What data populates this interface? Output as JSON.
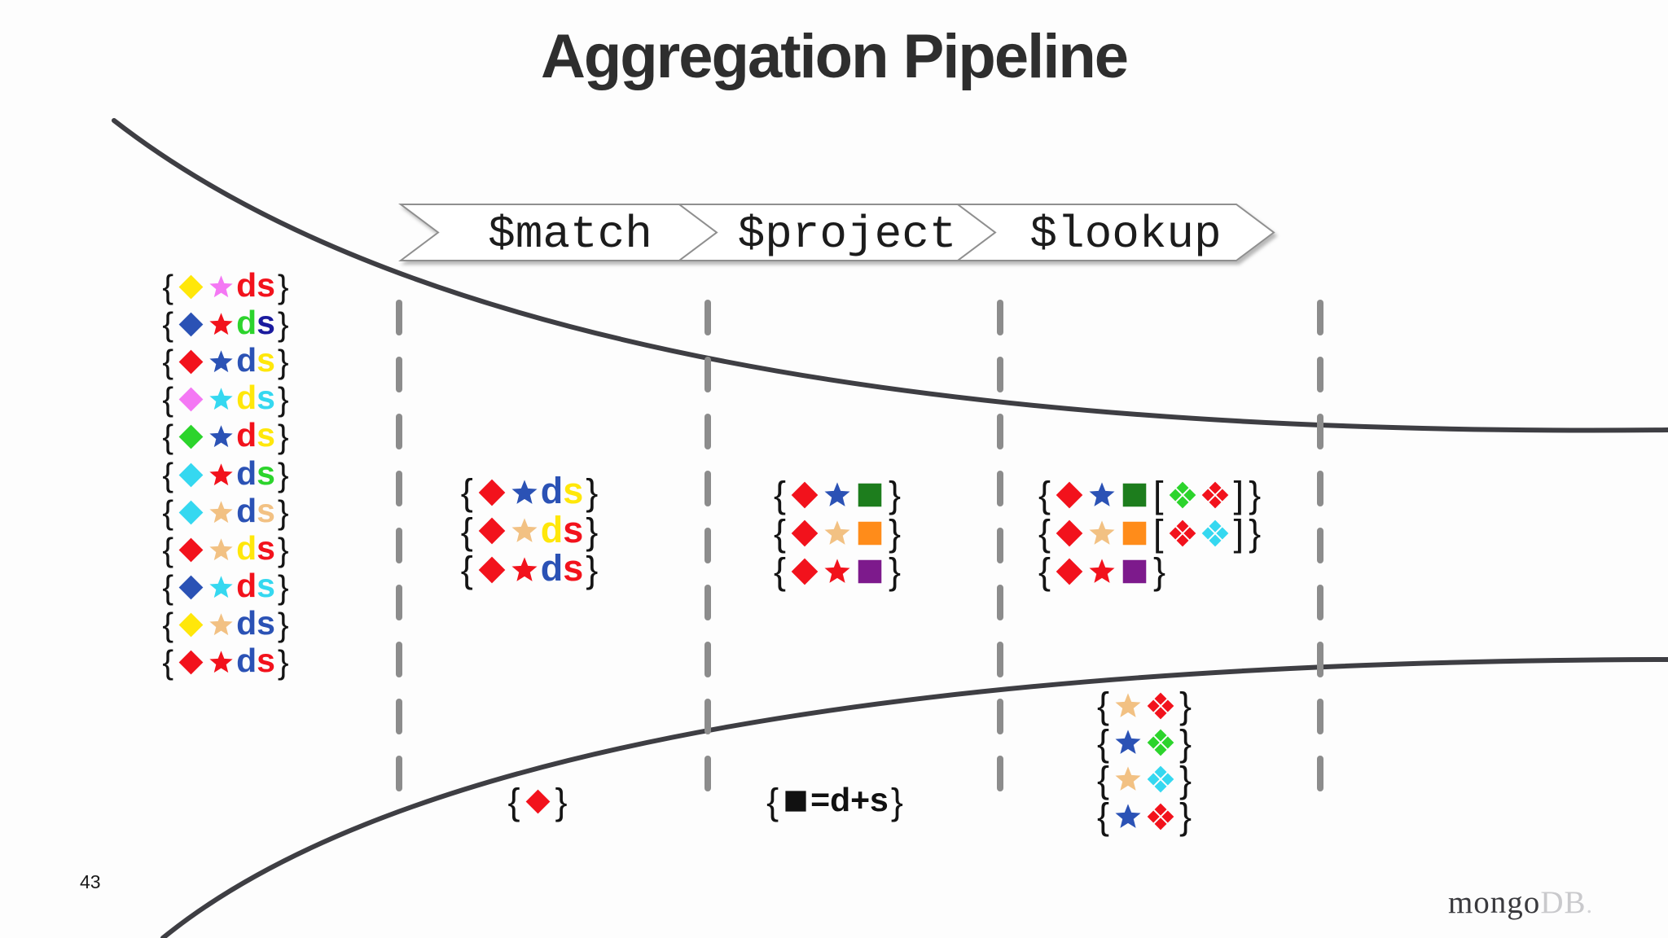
{
  "title": "Aggregation Pipeline",
  "page_number": "43",
  "logo": {
    "mongo": "mongo",
    "db": "DB",
    "dot": "."
  },
  "stages": [
    {
      "label": "$match"
    },
    {
      "label": "$project"
    },
    {
      "label": "$lookup"
    }
  ],
  "colors": {
    "red": "#f2121c",
    "yellow": "#ffe70a",
    "royal": "#2b52b5",
    "navy": "#1a1a9e",
    "green": "#2cd42c",
    "darkgreen": "#1d7d1d",
    "cyan": "#35d8f0",
    "magenta": "#f478f4",
    "tan": "#f2c183",
    "orange": "#ff8c1a",
    "purple": "#7d1a8c",
    "black": "#111111",
    "curve": "#3e3e43",
    "dash": "#8c8c8c",
    "chevron_fill": "#ffffff",
    "chevron_border": "#8f8f8f"
  },
  "input_docs": [
    [
      {
        "t": "{"
      },
      {
        "s": "diamond",
        "c": "yellow"
      },
      {
        "s": "star",
        "c": "magenta"
      },
      {
        "t": "d",
        "c": "red",
        "b": true
      },
      {
        "t": "s",
        "c": "red",
        "b": true
      },
      {
        "t": "}"
      }
    ],
    [
      {
        "t": "{"
      },
      {
        "s": "diamond",
        "c": "royal"
      },
      {
        "s": "star",
        "c": "red"
      },
      {
        "t": "d",
        "c": "green",
        "b": true
      },
      {
        "t": "s",
        "c": "navy",
        "b": true
      },
      {
        "t": "}"
      }
    ],
    [
      {
        "t": "{"
      },
      {
        "s": "diamond",
        "c": "red"
      },
      {
        "s": "star",
        "c": "royal"
      },
      {
        "t": "d",
        "c": "royal",
        "b": true
      },
      {
        "t": "s",
        "c": "yellow",
        "b": true
      },
      {
        "t": "}"
      }
    ],
    [
      {
        "t": "{"
      },
      {
        "s": "diamond",
        "c": "magenta"
      },
      {
        "s": "star",
        "c": "cyan"
      },
      {
        "t": "d",
        "c": "yellow",
        "b": true
      },
      {
        "t": "s",
        "c": "cyan",
        "b": true
      },
      {
        "t": "}"
      }
    ],
    [
      {
        "t": "{"
      },
      {
        "s": "diamond",
        "c": "green"
      },
      {
        "s": "star",
        "c": "royal"
      },
      {
        "t": "d",
        "c": "red",
        "b": true
      },
      {
        "t": "s",
        "c": "yellow",
        "b": true
      },
      {
        "t": "}"
      }
    ],
    [
      {
        "t": "{"
      },
      {
        "s": "diamond",
        "c": "cyan"
      },
      {
        "s": "star",
        "c": "red"
      },
      {
        "t": "d",
        "c": "royal",
        "b": true
      },
      {
        "t": "s",
        "c": "green",
        "b": true
      },
      {
        "t": "}"
      }
    ],
    [
      {
        "t": "{"
      },
      {
        "s": "diamond",
        "c": "cyan"
      },
      {
        "s": "star",
        "c": "tan"
      },
      {
        "t": "d",
        "c": "royal",
        "b": true
      },
      {
        "t": "s",
        "c": "tan",
        "b": true
      },
      {
        "t": "}"
      }
    ],
    [
      {
        "t": "{"
      },
      {
        "s": "diamond",
        "c": "red"
      },
      {
        "s": "star",
        "c": "tan"
      },
      {
        "t": "d",
        "c": "yellow",
        "b": true
      },
      {
        "t": "s",
        "c": "red",
        "b": true
      },
      {
        "t": "}"
      }
    ],
    [
      {
        "t": "{"
      },
      {
        "s": "diamond",
        "c": "royal"
      },
      {
        "s": "star",
        "c": "cyan"
      },
      {
        "t": "d",
        "c": "red",
        "b": true
      },
      {
        "t": "s",
        "c": "cyan",
        "b": true
      },
      {
        "t": "}"
      }
    ],
    [
      {
        "t": "{"
      },
      {
        "s": "diamond",
        "c": "yellow"
      },
      {
        "s": "star",
        "c": "tan"
      },
      {
        "t": "d",
        "c": "royal",
        "b": true
      },
      {
        "t": "s",
        "c": "royal",
        "b": true
      },
      {
        "t": "}"
      }
    ],
    [
      {
        "t": "{"
      },
      {
        "s": "diamond",
        "c": "red"
      },
      {
        "s": "star",
        "c": "red"
      },
      {
        "t": "d",
        "c": "royal",
        "b": true
      },
      {
        "t": "s",
        "c": "red",
        "b": true
      },
      {
        "t": "}"
      }
    ]
  ],
  "match_docs": [
    [
      {
        "t": "{"
      },
      {
        "s": "diamond",
        "c": "red"
      },
      {
        "s": "star",
        "c": "royal"
      },
      {
        "t": "d",
        "c": "royal",
        "b": true
      },
      {
        "t": "s",
        "c": "yellow",
        "b": true
      },
      {
        "t": "}"
      }
    ],
    [
      {
        "t": "{"
      },
      {
        "s": "diamond",
        "c": "red"
      },
      {
        "s": "star",
        "c": "tan"
      },
      {
        "t": "d",
        "c": "yellow",
        "b": true
      },
      {
        "t": "s",
        "c": "red",
        "b": true
      },
      {
        "t": "}"
      }
    ],
    [
      {
        "t": "{"
      },
      {
        "s": "diamond",
        "c": "red"
      },
      {
        "s": "star",
        "c": "red"
      },
      {
        "t": "d",
        "c": "royal",
        "b": true
      },
      {
        "t": "s",
        "c": "red",
        "b": true
      },
      {
        "t": "}"
      }
    ]
  ],
  "project_docs": [
    [
      {
        "t": "{"
      },
      {
        "s": "diamond",
        "c": "red"
      },
      {
        "s": "star",
        "c": "royal"
      },
      {
        "s": "square",
        "c": "darkgreen"
      },
      {
        "t": "}"
      }
    ],
    [
      {
        "t": "{"
      },
      {
        "s": "diamond",
        "c": "red"
      },
      {
        "s": "star",
        "c": "tan"
      },
      {
        "s": "square",
        "c": "orange"
      },
      {
        "t": "}"
      }
    ],
    [
      {
        "t": "{"
      },
      {
        "s": "diamond",
        "c": "red"
      },
      {
        "s": "star",
        "c": "red"
      },
      {
        "s": "square",
        "c": "purple"
      },
      {
        "t": "}"
      }
    ]
  ],
  "lookup_docs": [
    [
      {
        "t": "{"
      },
      {
        "s": "diamond",
        "c": "red"
      },
      {
        "s": "star",
        "c": "royal"
      },
      {
        "s": "square",
        "c": "darkgreen"
      },
      {
        "t": "["
      },
      {
        "s": "cluster",
        "c": "green"
      },
      {
        "s": "cluster",
        "c": "red"
      },
      {
        "t": "]"
      },
      {
        "t": "}"
      }
    ],
    [
      {
        "t": "{"
      },
      {
        "s": "diamond",
        "c": "red"
      },
      {
        "s": "star",
        "c": "tan"
      },
      {
        "s": "square",
        "c": "orange"
      },
      {
        "t": "["
      },
      {
        "s": "cluster",
        "c": "red"
      },
      {
        "s": "cluster",
        "c": "cyan"
      },
      {
        "t": "]"
      },
      {
        "t": "}"
      }
    ],
    [
      {
        "t": "{"
      },
      {
        "s": "diamond",
        "c": "red"
      },
      {
        "s": "star",
        "c": "red"
      },
      {
        "s": "square",
        "c": "purple"
      },
      {
        "t": "}"
      }
    ]
  ],
  "lookup_collection_docs": [
    [
      {
        "t": "{"
      },
      {
        "s": "star",
        "c": "tan"
      },
      {
        "s": "cluster",
        "c": "red"
      },
      {
        "t": "}"
      }
    ],
    [
      {
        "t": "{"
      },
      {
        "s": "star",
        "c": "royal"
      },
      {
        "s": "cluster",
        "c": "green"
      },
      {
        "t": "}"
      }
    ],
    [
      {
        "t": "{"
      },
      {
        "s": "star",
        "c": "tan"
      },
      {
        "s": "cluster",
        "c": "cyan"
      },
      {
        "t": "}"
      }
    ],
    [
      {
        "t": "{"
      },
      {
        "s": "star",
        "c": "royal"
      },
      {
        "s": "cluster",
        "c": "red"
      },
      {
        "t": "}"
      }
    ]
  ],
  "match_note": [
    [
      {
        "t": "{"
      },
      {
        "s": "diamond",
        "c": "red"
      },
      {
        "t": "}"
      }
    ]
  ],
  "project_note": [
    [
      {
        "t": "{"
      },
      {
        "s": "square",
        "c": "black"
      },
      {
        "t": "=d+s",
        "c": "black",
        "b": true
      },
      {
        "t": "}"
      }
    ]
  ]
}
